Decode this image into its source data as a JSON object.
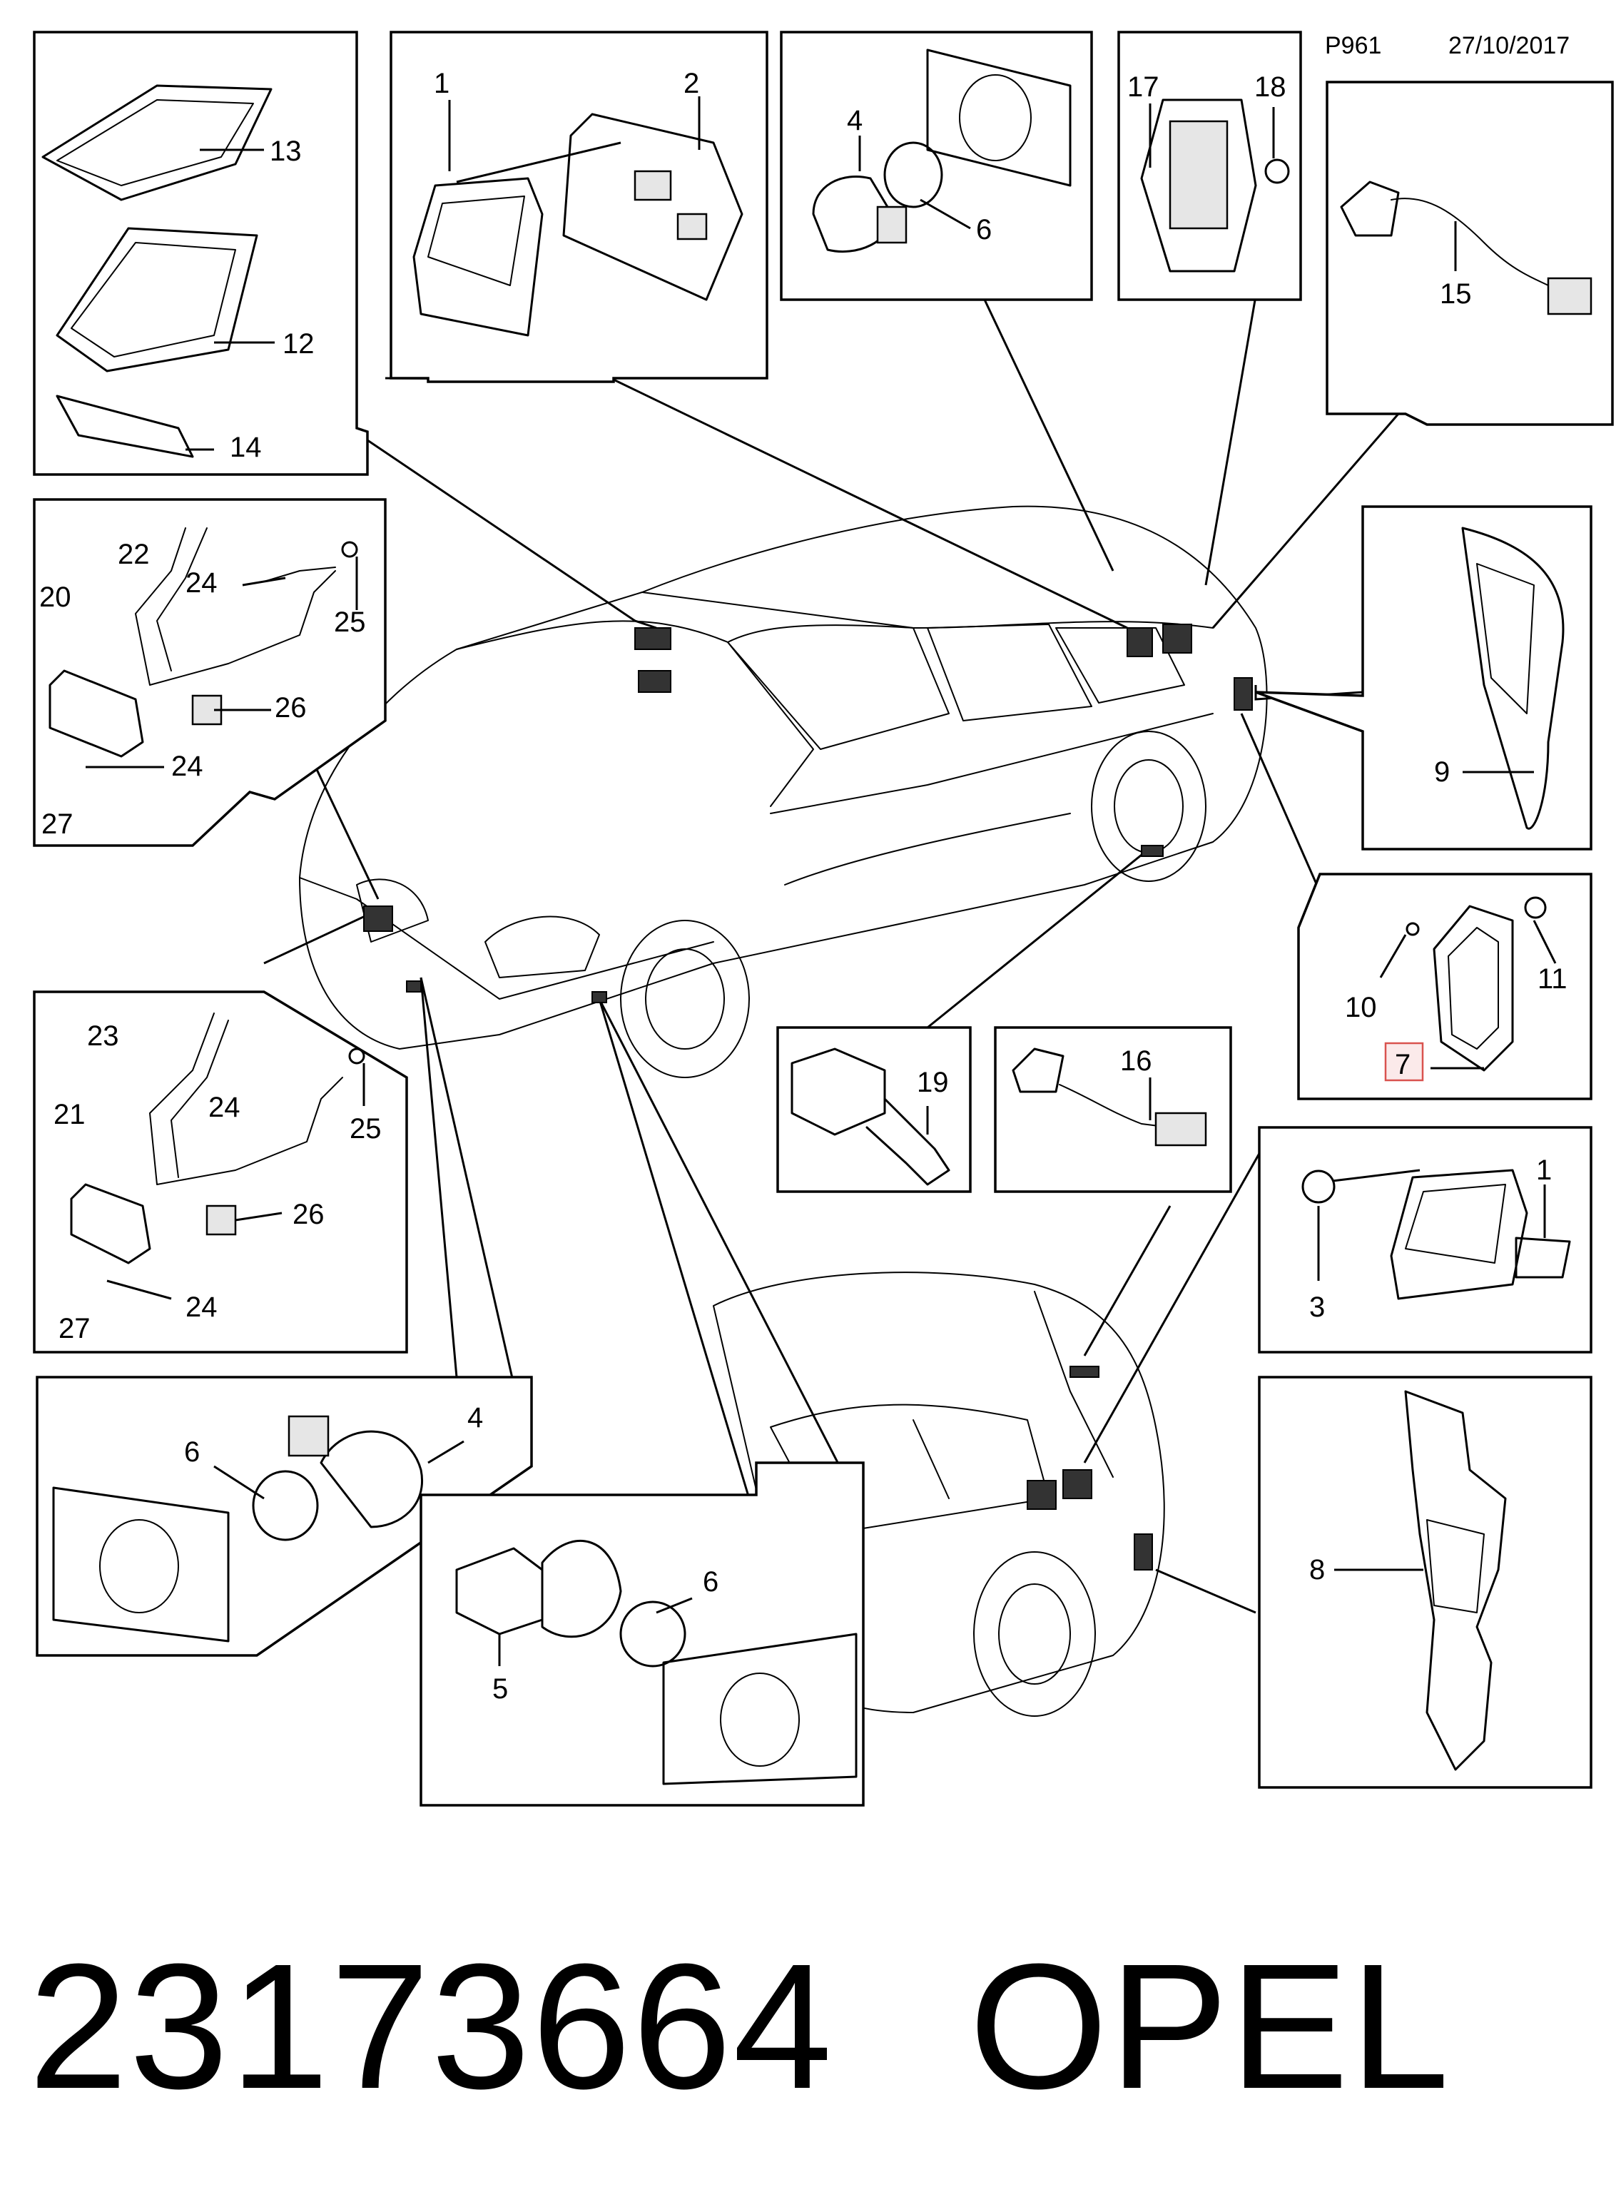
{
  "header": {
    "page_code": "P961",
    "date": "27/10/2017"
  },
  "callouts": {
    "n1": "1",
    "n2": "2",
    "n3": "3",
    "n4": "4",
    "n5": "5",
    "n6": "6",
    "n7": "7",
    "n8": "8",
    "n9": "9",
    "n10": "10",
    "n11": "11",
    "n12": "12",
    "n13": "13",
    "n14": "14",
    "n15": "15",
    "n16": "16",
    "n17": "17",
    "n18": "18",
    "n19": "19",
    "n20": "20",
    "n21": "21",
    "n22": "22",
    "n23": "23",
    "n24": "24",
    "n25": "25",
    "n26": "26",
    "n27": "27"
  },
  "highlighted_callout": "7",
  "highlight_color": "#d9534f",
  "footer": {
    "part_number": "23173664",
    "brand": "OPEL"
  }
}
